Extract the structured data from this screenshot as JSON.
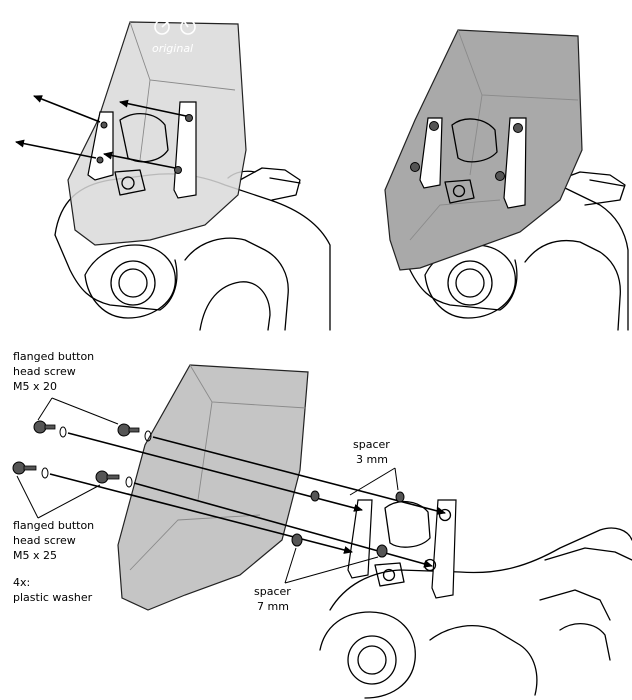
{
  "logo": {
    "text": "original"
  },
  "labels": {
    "screw_m5x20": [
      "flanged button",
      "head screw",
      "M5 x 20"
    ],
    "screw_m5x25": [
      "flanged button",
      "head screw",
      "M5 x 25"
    ],
    "washer": [
      "4x:",
      "plastic washer"
    ],
    "spacer_3mm": [
      "spacer",
      "3 mm"
    ],
    "spacer_7mm": [
      "spacer",
      "7 mm"
    ]
  },
  "colors": {
    "windshield_light": "#d9d9d9",
    "windshield_dark": "#a9a9a9",
    "line": "#000000"
  }
}
